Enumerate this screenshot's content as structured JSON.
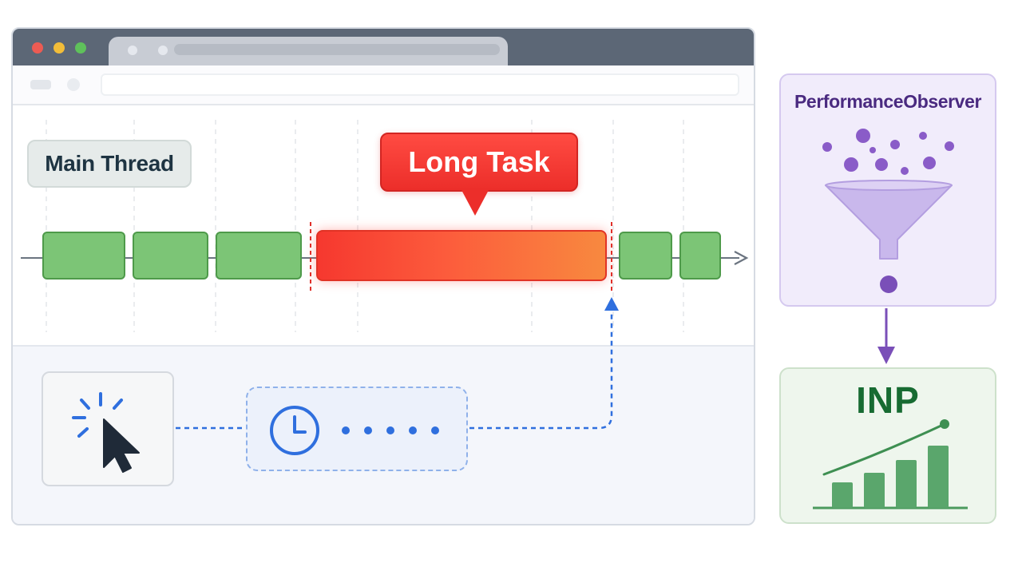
{
  "labels": {
    "main_thread": "Main Thread",
    "long_task": "Long Task",
    "observer": "PerformanceObserver",
    "metric": "INP"
  },
  "icons": {
    "window_controls": [
      "close-dot",
      "minimize-dot",
      "maximize-dot"
    ],
    "interaction": "cursor-click-icon",
    "waiting": "clock-icon",
    "observer": "funnel-icon",
    "metric": "bar-chart-icon"
  },
  "colors": {
    "window_close": "#ec5b53",
    "window_minimize": "#f2bd39",
    "window_maximize": "#5fc15b",
    "task_green": "#7cc576",
    "long_task_red": "#f6382f",
    "long_task_orange": "#f8893f",
    "interaction_blue": "#2f6fde",
    "observer_purple": "#8a5cc8",
    "metric_green": "#4b9a5e"
  }
}
